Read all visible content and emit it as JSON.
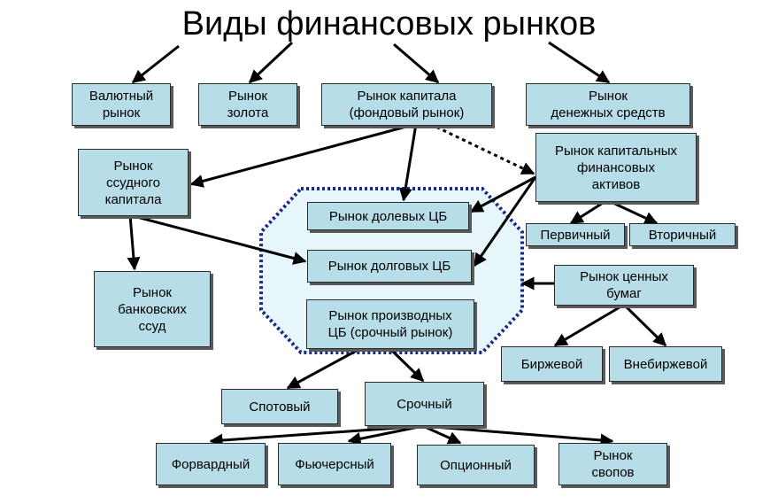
{
  "title": "Виды финансовых рынков",
  "nodes": {
    "currency": "Валютный\nрынок",
    "gold": "Рынок\nзолота",
    "capital": "Рынок капитала\n(фондовый рынок)",
    "money": "Рынок\nденежных средств",
    "loan_capital": "Рынок\nссудного\nкапитала",
    "capital_assets": "Рынок капитальных\nфинансовых\nактивов",
    "equity": "Рынок долевых ЦБ",
    "debt": "Рынок долговых ЦБ",
    "derivatives": "Рынок производных\nЦБ (срочный рынок)",
    "primary": "Первичный",
    "secondary": "Вторичный",
    "securities": "Рынок ценных\nбумаг",
    "bank_loans": "Рынок\nбанковских\nссуд",
    "exchange": "Биржевой",
    "otc": "Внебиржевой",
    "spot": "Спотовый",
    "futures_market": "Срочный",
    "forward": "Форвардный",
    "futures": "Фьючерсный",
    "options": "Опционный",
    "swaps": "Рынок\nсвопов"
  }
}
